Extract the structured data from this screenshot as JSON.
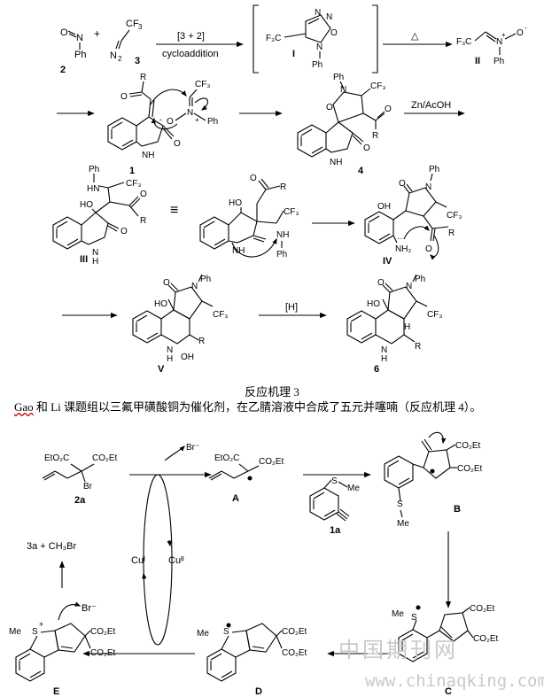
{
  "scheme_top": {
    "label_2": "2",
    "label_3": "3",
    "label_I": "I",
    "label_II": "II",
    "label_1": "1",
    "label_4": "4",
    "label_III": "III",
    "label_IV": "IV",
    "label_V": "V",
    "label_6": "6",
    "arrow_cyclo_top": "[3 + 2]",
    "arrow_cyclo_bottom": "cycloaddition",
    "arrow_heat": "△",
    "arrow_zn": "Zn/AcOH",
    "arrow_H": "[H]",
    "equiv": "≡"
  },
  "caption": "反应机理 3",
  "paragraph": {
    "author1": "Gao",
    "rest": " 和 Li 课题组以三氟甲磺酸铜为催化剂，在乙腈溶液中合成了五元并噻喃（反应机理 4）。"
  },
  "scheme_bottom": {
    "label_2a": "2a",
    "label_A": "A",
    "label_B": "B",
    "label_1a": "1a",
    "label_C": "C",
    "label_D": "D",
    "label_E": "E",
    "product": "3a + CH₃Br",
    "cu1": "Cuᴵ",
    "cu2": "Cuᴵᴵ",
    "br_out": "Br⁻",
    "br_in": "Br⁻"
  },
  "watermark": {
    "text": "中国期刊网",
    "url": "www.chinaqking.com"
  }
}
